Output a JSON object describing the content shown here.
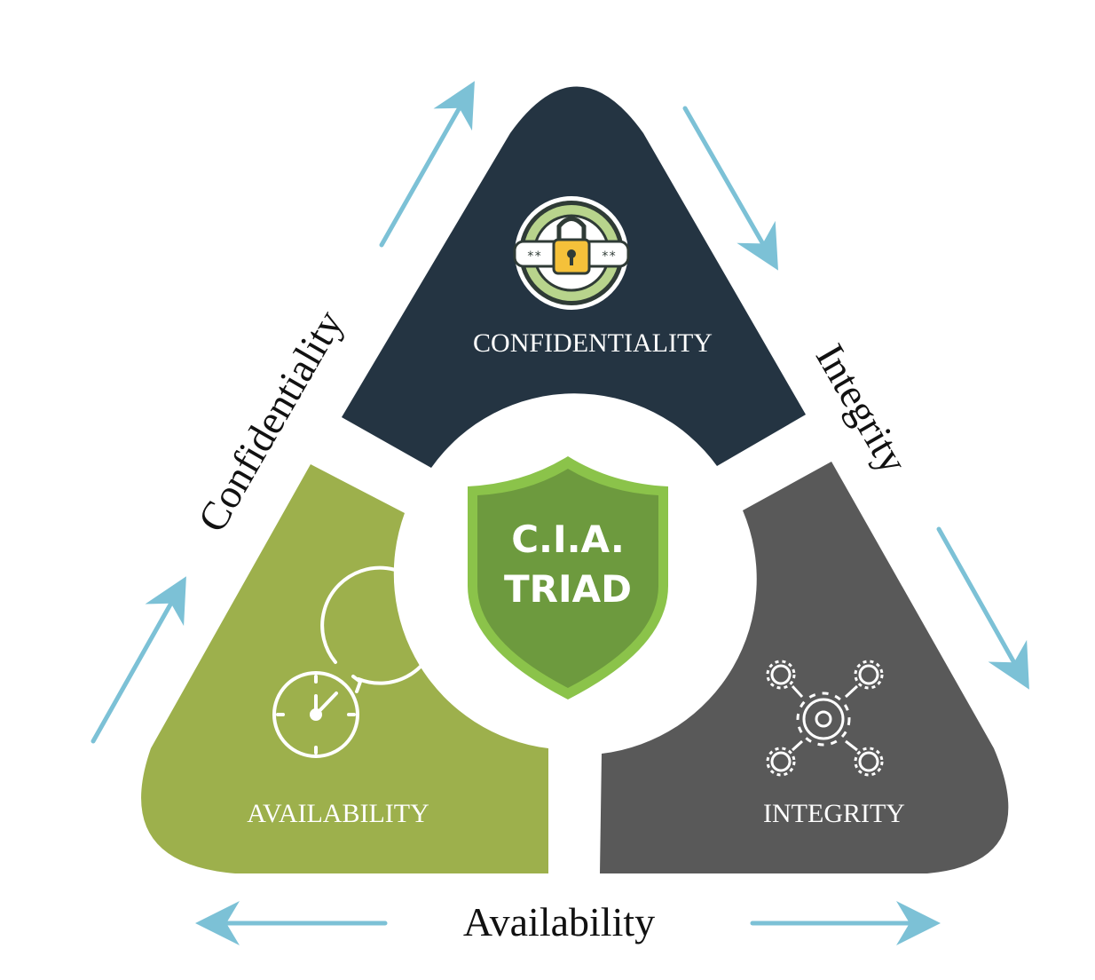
{
  "center": {
    "line1": "C.I.A.",
    "line2": "TRIAD"
  },
  "segments": {
    "confidentiality": {
      "label": "CONFIDENTIALITY",
      "color": "#243442",
      "icon": "padlock-icon"
    },
    "availability": {
      "label": "AVAILABILITY",
      "color": "#9db04c",
      "icon": "clock-icon"
    },
    "integrity": {
      "label": "INTEGRITY",
      "color": "#595959",
      "icon": "gears-icon"
    }
  },
  "side_labels": {
    "left": "Confidentiality",
    "right": "Integrity",
    "bottom": "Availability"
  },
  "colors": {
    "arrow": "#7cc1d6",
    "shield_outer": "#8bc34a",
    "shield_inner": "#6d9a3e"
  }
}
